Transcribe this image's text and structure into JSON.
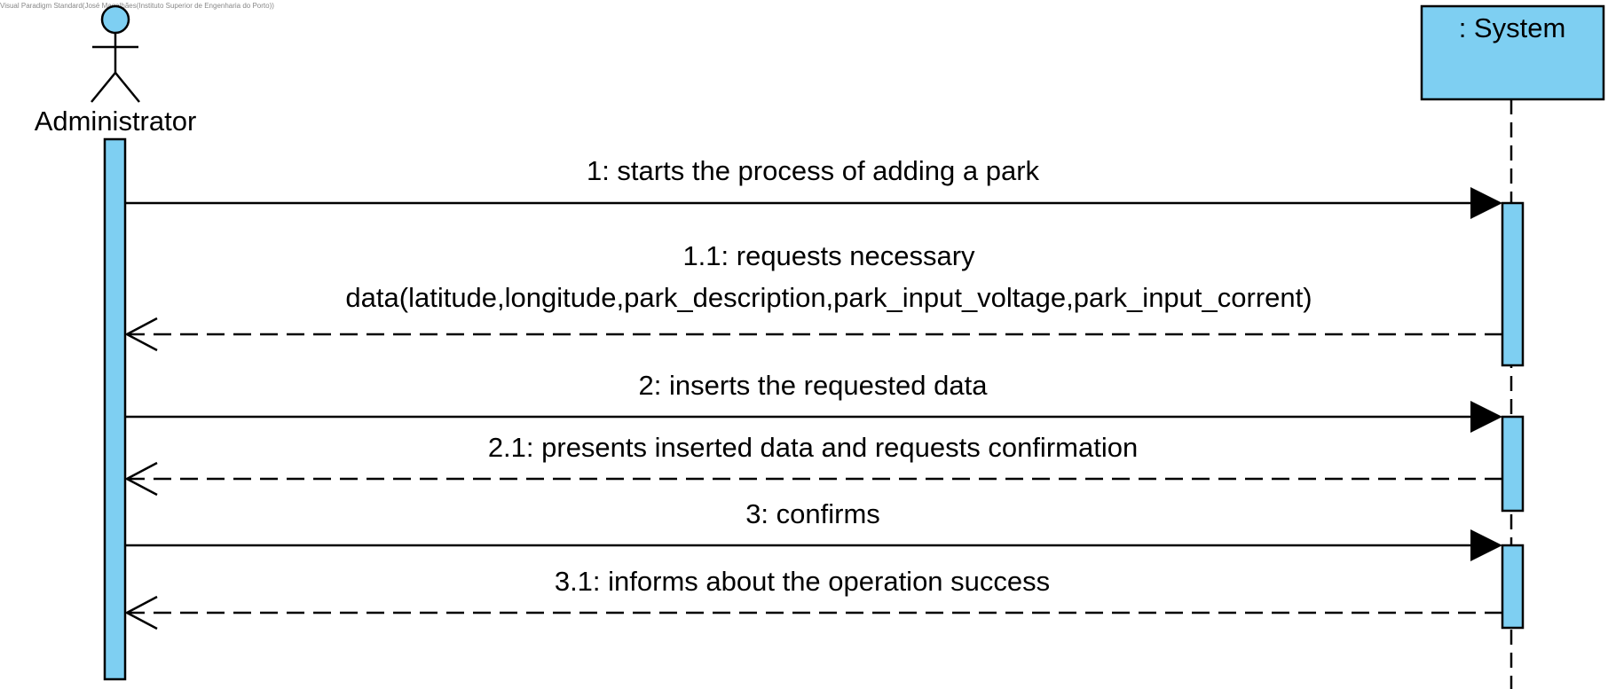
{
  "diagram": {
    "watermark": "Visual Paradigm Standard(José Magalhães(Instituto Superior de Engenharia do Porto))",
    "actor": {
      "name": "Administrator"
    },
    "system": {
      "name": ": System"
    },
    "messages": [
      {
        "id": "m1",
        "lines": [
          "1: starts the process of adding a park"
        ],
        "type": "call"
      },
      {
        "id": "m1_1",
        "lines": [
          "1.1: requests necessary",
          "data(latitude,longitude,park_description,park_input_voltage,park_input_corrent)"
        ],
        "type": "return"
      },
      {
        "id": "m2",
        "lines": [
          "2: inserts the requested data"
        ],
        "type": "call"
      },
      {
        "id": "m2_1",
        "lines": [
          "2.1: presents inserted data and requests confirmation"
        ],
        "type": "return"
      },
      {
        "id": "m3",
        "lines": [
          "3: confirms"
        ],
        "type": "call"
      },
      {
        "id": "m3_1",
        "lines": [
          "3.1: informs about the operation success"
        ],
        "type": "return"
      }
    ],
    "colors": {
      "fill": "#7ecff2",
      "stroke": "#000000",
      "background": "#ffffff"
    }
  }
}
